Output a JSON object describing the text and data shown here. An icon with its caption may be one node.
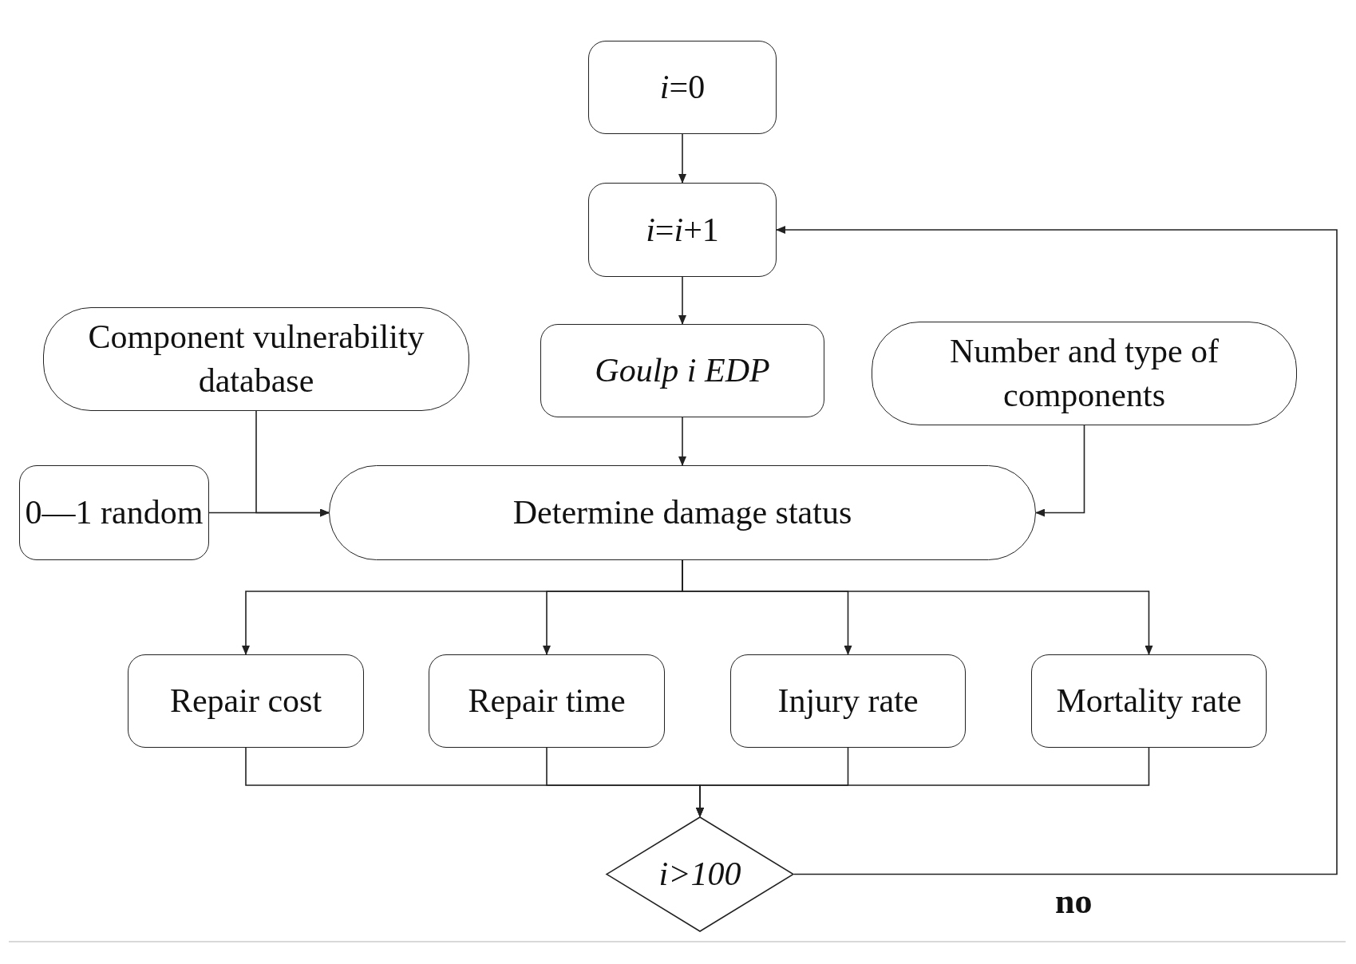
{
  "diagram": {
    "nodes": [
      {
        "text": [
          "*i*=0"
        ]
      },
      {
        "text": [
          "*i*=*i*+1"
        ]
      },
      {
        "text": [
          "Goulp i EDP"
        ]
      },
      {
        "text": [
          "Component vulnerability database"
        ]
      },
      {
        "text": [
          "Number and type of components"
        ]
      },
      {
        "text": [
          "0—1 random"
        ]
      },
      {
        "text": [
          "Determine damage status"
        ]
      },
      {
        "text": [
          "Repair cost"
        ]
      },
      {
        "text": [
          "Repair time"
        ]
      },
      {
        "text": [
          "Injury rate"
        ]
      },
      {
        "text": [
          "Mortality rate"
        ]
      },
      {
        "text": [
          "i>100"
        ]
      }
    ],
    "edges": [
      {
        "from": 0,
        "to": 1,
        "arrow": "to"
      },
      {
        "from": 1,
        "to": 2,
        "arrow": "to"
      },
      {
        "from": 2,
        "to": 6,
        "arrow": "to"
      },
      {
        "from": 3,
        "to": 6,
        "arrow": "to"
      },
      {
        "from": 5,
        "to": 6,
        "arrow": "to"
      },
      {
        "from": 4,
        "to": 6,
        "arrow": "to"
      },
      {
        "from": 6,
        "to": 7,
        "arrow": "to"
      },
      {
        "from": 6,
        "to": 8,
        "arrow": "to"
      },
      {
        "from": 6,
        "to": 9,
        "arrow": "to"
      },
      {
        "from": 6,
        "to": 10,
        "arrow": "to"
      },
      {
        "from": 7,
        "to": 11,
        "arrow": "to"
      },
      {
        "from": 8,
        "to": 11,
        "arrow": "to"
      },
      {
        "from": 9,
        "to": 11,
        "arrow": "to"
      },
      {
        "from": 10,
        "to": 11,
        "arrow": "to"
      },
      {
        "from": 11,
        "to": 1,
        "arrow": "to",
        "label": "no"
      }
    ]
  }
}
